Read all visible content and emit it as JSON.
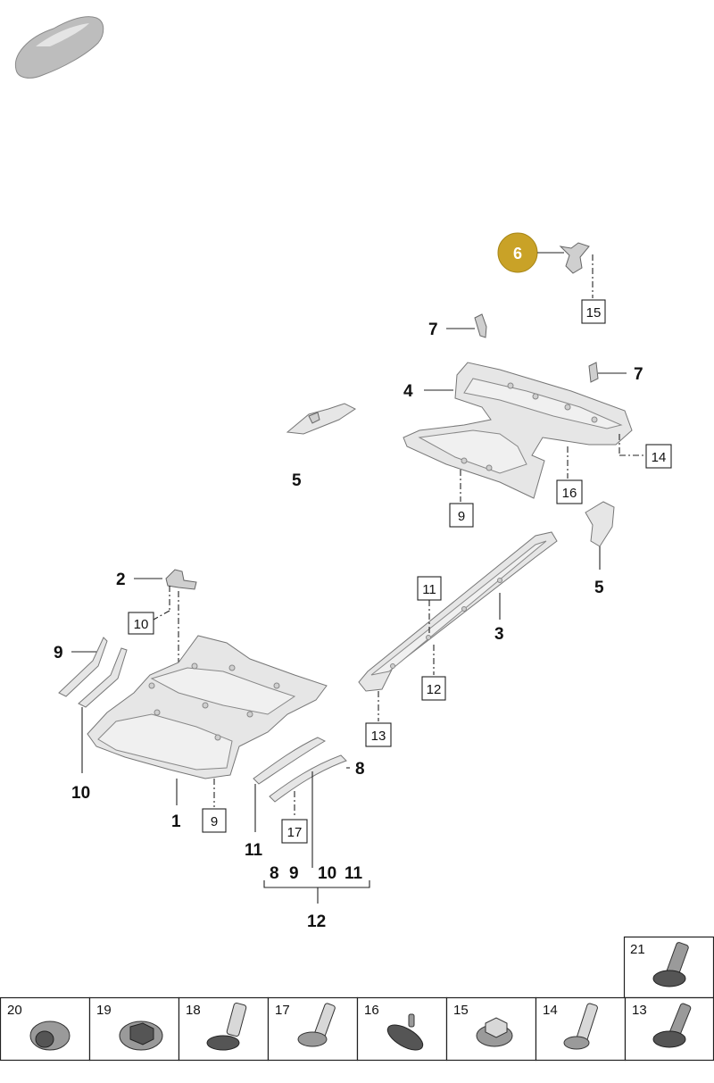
{
  "badge": {
    "label": "6",
    "color": "#c9a227"
  },
  "callouts": {
    "c1": "1",
    "c2": "2",
    "c3": "3",
    "c4": "4",
    "c5a": "5",
    "c5b": "5",
    "c7a": "7",
    "c7b": "7",
    "c8": "8",
    "c9": "9",
    "c10": "10",
    "c11": "11",
    "c12": "12",
    "group_8": "8",
    "group_9": "9",
    "group_10": "10",
    "group_11": "11"
  },
  "boxed": {
    "b15": "15",
    "b14": "14",
    "b16": "16",
    "b9a": "9",
    "b11": "11",
    "b12": "12",
    "b13": "13",
    "b10": "10",
    "b9b": "9",
    "b17": "17"
  },
  "fasteners": {
    "top_row": [
      {
        "num": "21",
        "icon": "screw-with-washer-icon"
      }
    ],
    "bottom_row": [
      {
        "num": "20",
        "icon": "flanged-nut-icon"
      },
      {
        "num": "19",
        "icon": "hex-nut-with-washer-icon"
      },
      {
        "num": "18",
        "icon": "push-rivet-icon"
      },
      {
        "num": "17",
        "icon": "pan-head-screw-icon"
      },
      {
        "num": "16",
        "icon": "expanding-clip-icon"
      },
      {
        "num": "15",
        "icon": "hex-flange-nut-icon"
      },
      {
        "num": "14",
        "icon": "bolt-with-washer-icon"
      },
      {
        "num": "13",
        "icon": "screw-with-washer-icon"
      }
    ]
  }
}
